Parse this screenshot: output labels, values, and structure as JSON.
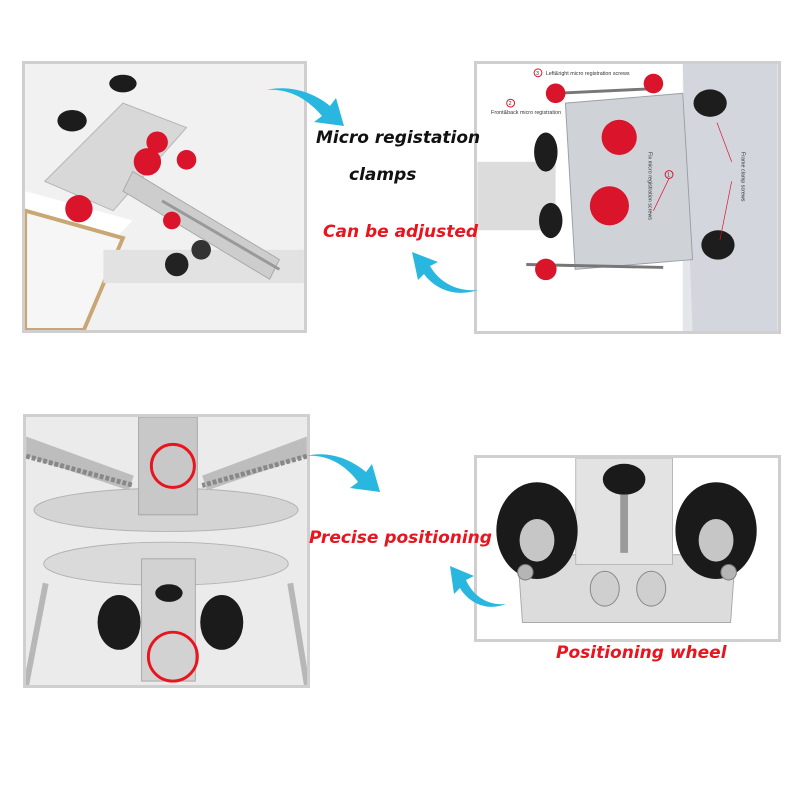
{
  "captions": {
    "micro_line1": "Micro registation",
    "micro_line2": "clamps",
    "adjusted": "Can be adjusted",
    "precise": "Precise positioning",
    "wheel": "Positioning wheel"
  },
  "photo_labels": {
    "left_right": "Left&right micro registration screws",
    "front_back": "Front&back micro registration",
    "fix_micro": "Fix micro registration screws",
    "frame_clamp": "Frame clamp screws",
    "num1": "1",
    "num2": "2",
    "num3": "3"
  },
  "colors": {
    "caption_red": "#e8141e",
    "caption_black": "#111111",
    "arrow_cyan": "#29b7e0",
    "knob_red": "#d9142b",
    "panel_border": "#cfcfcf"
  },
  "icons": {
    "arrow": "curved-swoosh-arrow-icon",
    "highlight": "red-circle-highlight-icon"
  }
}
